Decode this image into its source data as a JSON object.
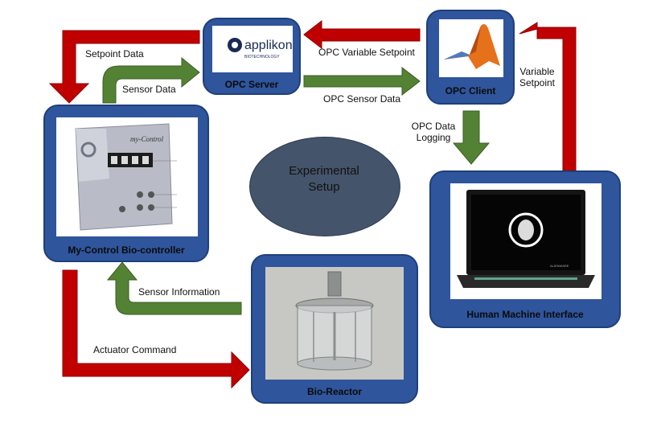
{
  "nodes": {
    "opc_server": {
      "label": "OPC Server",
      "logo_text": "applikon",
      "logo_sub": "BIOTECHNOLOGY"
    },
    "opc_client": {
      "label": "OPC Client"
    },
    "controller": {
      "label": "My-Control Bio-controller",
      "device_brand": "my-Control"
    },
    "reactor": {
      "label": "Bio-Reactor"
    },
    "hmi": {
      "label": "Human Machine Interface",
      "screen_brand": "ALIENWARE"
    }
  },
  "center": {
    "line1": "Experimental",
    "line2": "Setup"
  },
  "edges": {
    "setpoint_data": "Setpoint Data",
    "sensor_data": "Sensor Data",
    "opc_variable_setpoint": "OPC Variable Setpoint",
    "opc_sensor_data": "OPC Sensor Data",
    "opc_data_logging_1": "OPC Data",
    "opc_data_logging_2": "Logging",
    "variable_setpoint_1": "Variable",
    "variable_setpoint_2": "Setpoint",
    "sensor_information": "Sensor Information",
    "actuator_command": "Actuator Command"
  },
  "colors": {
    "node_fill": "#2f559c",
    "red_arrow": "#c00000",
    "green_arrow": "#548235",
    "center_fill": "#44546a"
  }
}
